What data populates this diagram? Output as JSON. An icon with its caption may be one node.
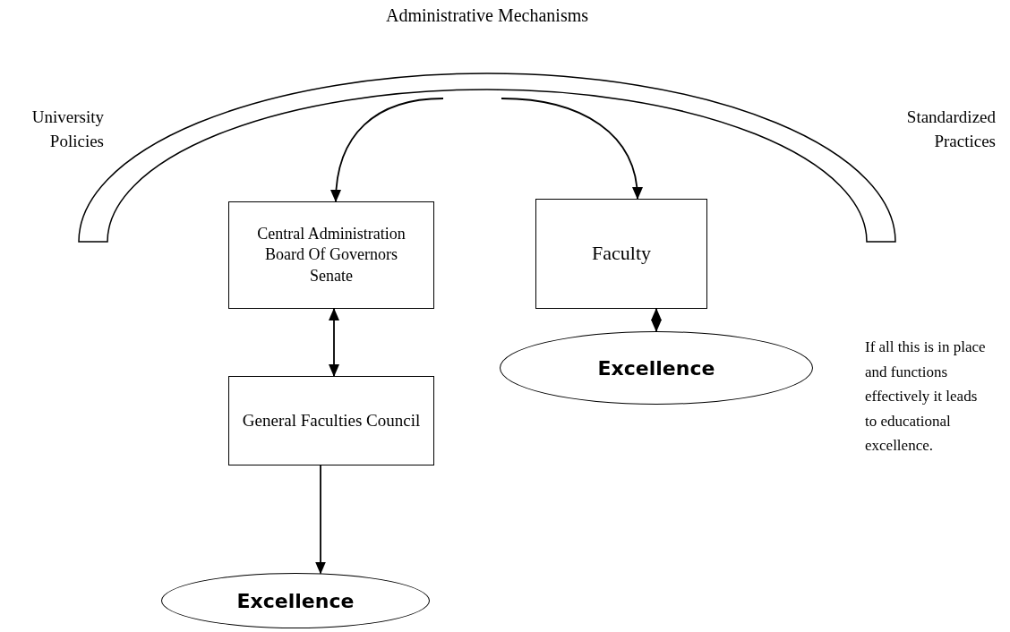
{
  "diagram": {
    "nodes": [
      {
        "text": [
          "Administrative Mechanisms"
        ],
        "beside": [
          "University Policies",
          "Standardized Practices"
        ]
      },
      {
        "text": [
          "Central Administration",
          "Board Of Governors",
          "Senate"
        ]
      },
      {
        "text": [
          "Faculty"
        ]
      },
      {
        "text": [
          "General Faculties Council"
        ]
      },
      {
        "text": [
          "Excellence"
        ]
      },
      {
        "text": [
          "Excellence"
        ]
      }
    ],
    "edges": [
      {
        "from": 0,
        "to": 1,
        "arrow": "to"
      },
      {
        "from": 0,
        "to": 2,
        "arrow": "to"
      },
      {
        "from": 1,
        "to": 3,
        "arrow": "both"
      },
      {
        "from": 2,
        "to": 4,
        "arrow": "both"
      },
      {
        "from": 3,
        "to": 5,
        "arrow": "to"
      }
    ],
    "labels": [
      "If all this is in place and functions effectively it leads to educational excellence."
    ]
  }
}
